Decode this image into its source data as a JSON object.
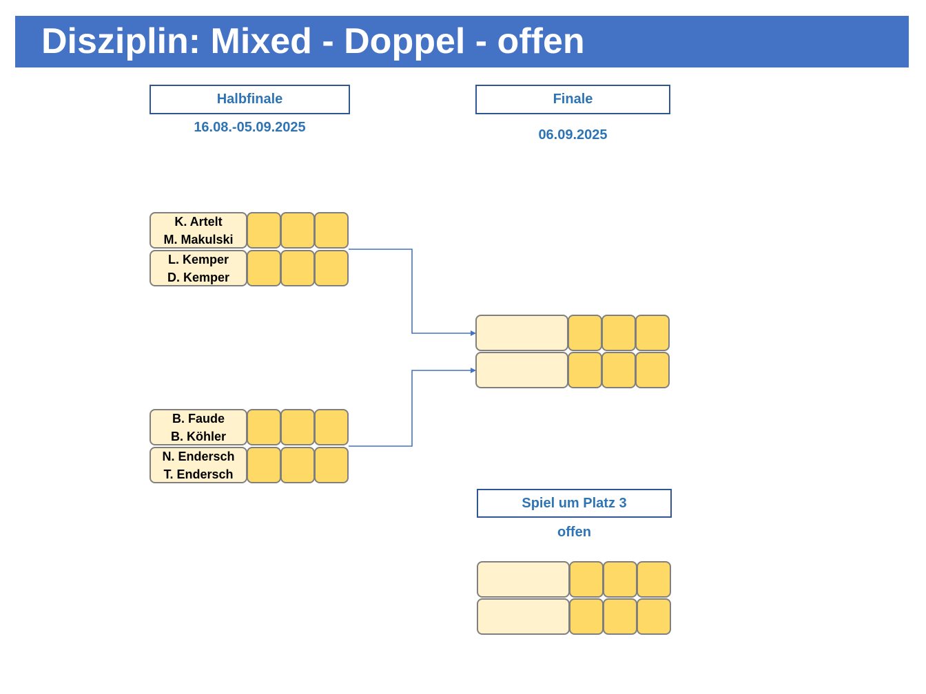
{
  "header": {
    "title": "Disziplin: Mixed - Doppel - offen"
  },
  "rounds": {
    "halbfinale": {
      "label": "Halbfinale",
      "date": "16.08.-05.09.2025"
    },
    "finale": {
      "label": "Finale",
      "date": "06.09.2025"
    },
    "platz3": {
      "label": "Spiel um Platz 3",
      "date": "offen"
    }
  },
  "semifinal_1": {
    "team_a": {
      "player1": "K. Artelt",
      "player2": "M. Makulski"
    },
    "team_b": {
      "player1": "L. Kemper",
      "player2": "D. Kemper"
    }
  },
  "semifinal_2": {
    "team_a": {
      "player1": "B. Faude",
      "player2": "B. Köhler"
    },
    "team_b": {
      "player1": "N. Endersch",
      "player2": "T. Endersch"
    }
  },
  "colors": {
    "title_bar": "#4472c4",
    "label_text": "#2e74b5",
    "name_fill": "#fff2cc",
    "score_fill": "#ffd966",
    "connector": "#4472c4"
  }
}
